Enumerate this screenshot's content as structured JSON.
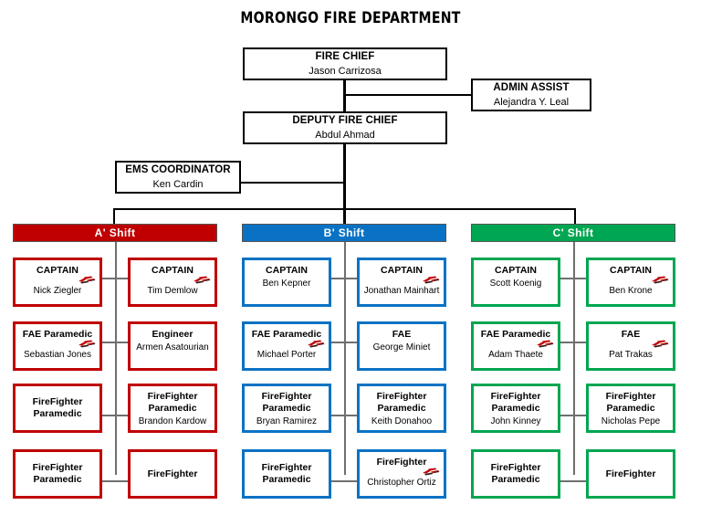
{
  "title": "MORONGO FIRE DEPARTMENT",
  "colors": {
    "shift_a": "#C00000",
    "shift_b": "#0A72C4",
    "shift_c": "#00A651",
    "line": "#000000",
    "connector": "#6F6F6F",
    "emblem": "#C00000",
    "text": "#000000",
    "background": "#FFFFFF"
  },
  "executives": [
    {
      "id": "fire-chief",
      "title": "FIRE CHIEF",
      "name": "Jason Carrizosa"
    },
    {
      "id": "admin-assist",
      "title": "ADMIN ASSIST",
      "name": "Alejandra Y. Leal"
    },
    {
      "id": "deputy-fire-chief",
      "title": "DEPUTY FIRE CHIEF",
      "name": "Abdul Ahmad"
    },
    {
      "id": "ems-coordinator",
      "title": "EMS COORDINATOR",
      "name": "Ken Cardin"
    }
  ],
  "shifts": [
    {
      "id": "a",
      "label": "A' Shift",
      "color": "#C00000",
      "left_column": [
        {
          "role": "CAPTAIN",
          "name": "Nick Ziegler",
          "emblem": true
        },
        {
          "role": "FAE Paramedic",
          "name": "Sebastian Jones",
          "emblem": true
        },
        {
          "role": "FireFighter Paramedic",
          "name": "",
          "emblem": false
        },
        {
          "role": "FireFighter Paramedic",
          "name": "",
          "emblem": false
        }
      ],
      "right_column": [
        {
          "role": "CAPTAIN",
          "name": "Tim Demlow",
          "emblem": true
        },
        {
          "role": "Engineer",
          "name": "Armen Asatourian",
          "emblem": false
        },
        {
          "role": "FireFighter Paramedic",
          "name": "Brandon Kardow",
          "emblem": false
        },
        {
          "role": "FireFighter",
          "name": "",
          "emblem": false
        }
      ]
    },
    {
      "id": "b",
      "label": "B' Shift",
      "color": "#0A72C4",
      "left_column": [
        {
          "role": "CAPTAIN",
          "name": "Ben Kepner",
          "emblem": false
        },
        {
          "role": "FAE Paramedic",
          "name": "Michael Porter",
          "emblem": true
        },
        {
          "role": "FireFighter Paramedic",
          "name": "Bryan Ramirez",
          "emblem": false
        },
        {
          "role": "FireFighter Paramedic",
          "name": "",
          "emblem": false
        }
      ],
      "right_column": [
        {
          "role": "CAPTAIN",
          "name": "Jonathan Mainhart",
          "emblem": true
        },
        {
          "role": "FAE",
          "name": "George Miniet",
          "emblem": false
        },
        {
          "role": "FireFighter Paramedic",
          "name": "Keith Donahoo",
          "emblem": false
        },
        {
          "role": "FireFighter",
          "name": "Christopher Ortiz",
          "emblem": true
        }
      ]
    },
    {
      "id": "c",
      "label": "C' Shift",
      "color": "#00A651",
      "left_column": [
        {
          "role": "CAPTAIN",
          "name": "Scott Koenig",
          "emblem": false
        },
        {
          "role": "FAE Paramedic",
          "name": "Adam Thaete",
          "emblem": true
        },
        {
          "role": "FireFighter Paramedic",
          "name": "John Kinney",
          "emblem": false
        },
        {
          "role": "FireFighter Paramedic",
          "name": "",
          "emblem": false
        }
      ],
      "right_column": [
        {
          "role": "CAPTAIN",
          "name": "Ben Krone",
          "emblem": true
        },
        {
          "role": "FAE",
          "name": "Pat Trakas",
          "emblem": true
        },
        {
          "role": "FireFighter Paramedic",
          "name": "Nicholas Pepe",
          "emblem": false
        },
        {
          "role": "FireFighter",
          "name": "",
          "emblem": false
        }
      ]
    }
  ]
}
